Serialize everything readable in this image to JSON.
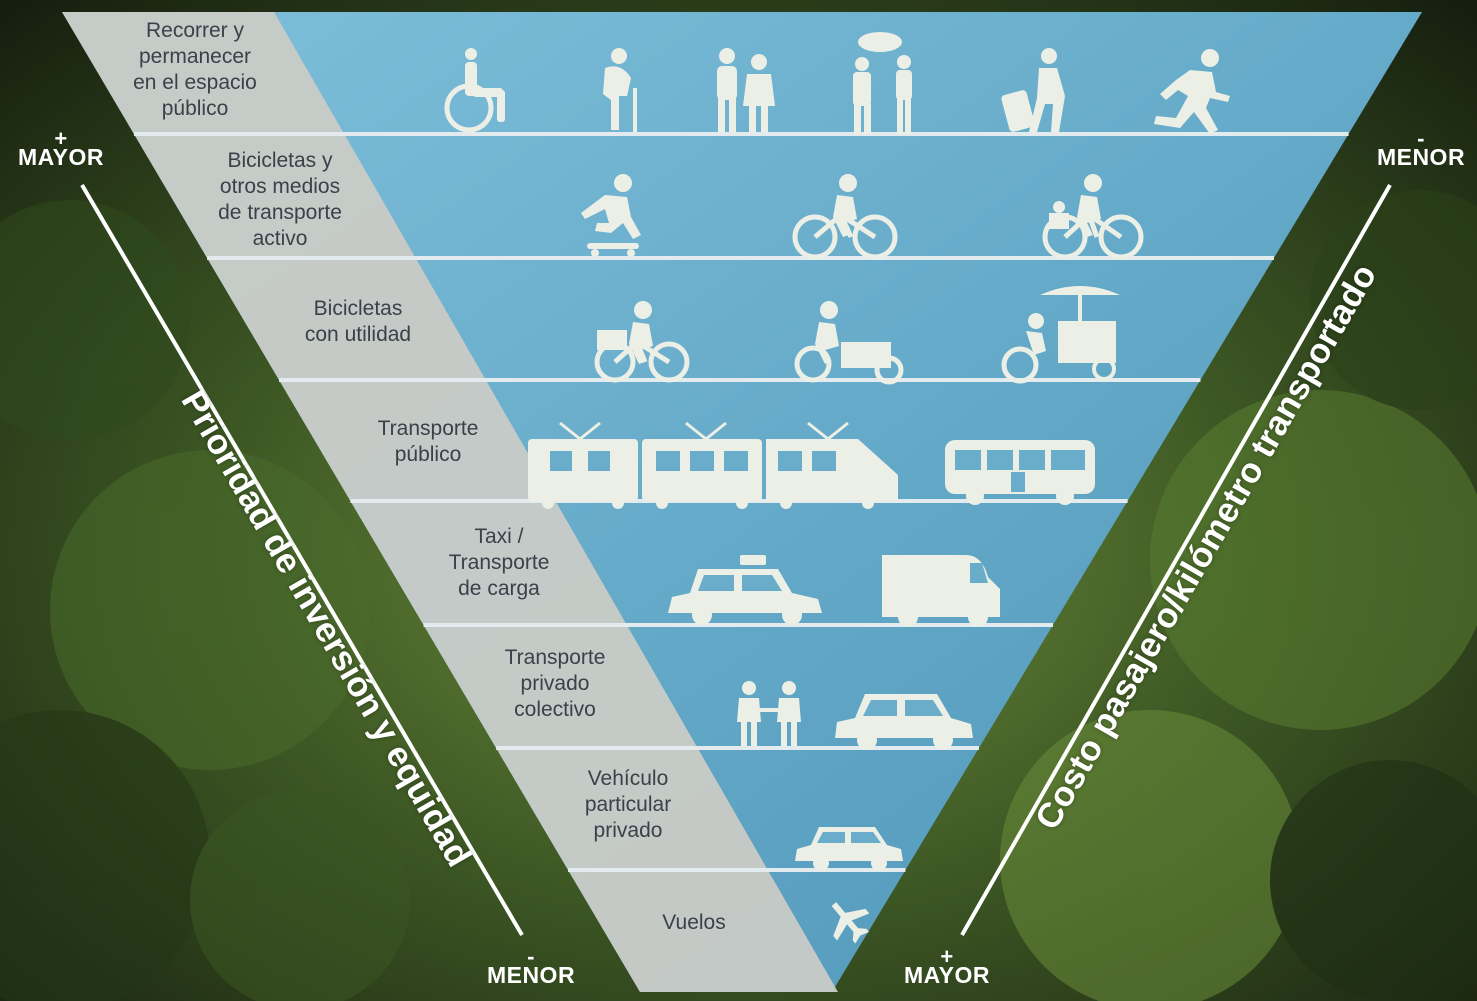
{
  "tiers": [
    {
      "label": "Recorrer y\npermanecer\nen el espacio\npúblico",
      "icons": [
        "wheelchair-user-icon",
        "elderly-cane-icon",
        "pedestrian-family-icon",
        "parent-child-icon",
        "person-with-luggage-icon",
        "runner-icon"
      ]
    },
    {
      "label": "Bicicletas y\notros medios\nde transporte\nactivo",
      "icons": [
        "skateboarder-icon",
        "cyclist-icon",
        "child-cyclist-icon"
      ]
    },
    {
      "label": "Bicicletas\ncon utilidad",
      "icons": [
        "cargo-bike-rear-basket-icon",
        "cargo-bike-front-box-icon",
        "vendor-tricycle-umbrella-icon"
      ]
    },
    {
      "label": "Transporte\npúblico",
      "icons": [
        "tram-icon",
        "bus-icon"
      ]
    },
    {
      "label": "Taxi /\nTransporte\nde carga",
      "icons": [
        "taxi-icon",
        "cargo-van-icon"
      ]
    },
    {
      "label": "Transporte\nprivado\ncolectivo",
      "icons": [
        "carpool-people-icon",
        "shared-car-icon"
      ]
    },
    {
      "label": "Vehículo\nparticular\nprivado",
      "icons": [
        "private-car-icon"
      ]
    },
    {
      "label": "Vuelos",
      "icons": [
        "airplane-icon"
      ]
    }
  ],
  "left_axis": {
    "title": "Prioridad de inversión y equidad",
    "top_sign": "+",
    "top_label": "MAYOR",
    "bottom_sign": "-",
    "bottom_label": "MENOR"
  },
  "right_axis": {
    "title": "Costo pasajero/kilómetro transportado",
    "top_sign": "-",
    "top_label": "MENOR",
    "bottom_sign": "+",
    "bottom_label": "MAYOR"
  },
  "colors": {
    "pyramid_blue": "#6fb2cf",
    "label_band": "#c9cbc6",
    "separator": "#e4ebee",
    "icon": "#ecefe6",
    "axis_text": "#ffffff"
  }
}
